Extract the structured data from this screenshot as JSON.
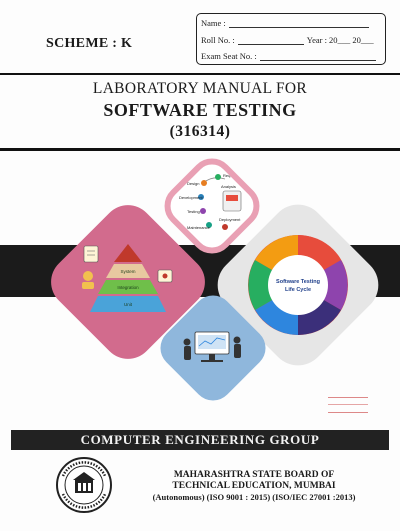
{
  "header": {
    "scheme": "SCHEME : K",
    "form": {
      "name_label": "Name :",
      "roll_label": "Roll No. :",
      "year_label": "Year : 20___ 20___",
      "seat_label": "Exam Seat No. :"
    }
  },
  "title": {
    "line1": "LABORATORY MANUAL FOR",
    "line2": "SOFTWARE TESTING",
    "code": "(316314)"
  },
  "illustration": {
    "pyramid": {
      "levels": [
        "System",
        "Integration",
        "Unit"
      ]
    },
    "lifecycle": {
      "title_line1": "Software Testing",
      "title_line2": "Life Cycle"
    },
    "sdlc": {
      "steps": [
        "Design",
        "Requirements",
        "Analysis",
        "Development",
        "Testing",
        "Deployment",
        "Maintenance"
      ]
    },
    "colors": {
      "pyramid_diamond": "#d26b8d",
      "cycle_diamond": "#e6e6e6",
      "top_border": "#e9a0b4",
      "bottom_diamond": "#8fb7dc",
      "dark_band": "#1b1b1b"
    }
  },
  "footer": {
    "group": "COMPUTER ENGINEERING GROUP",
    "board_line1": "MAHARASHTRA STATE BOARD OF",
    "board_line2": "TECHNICAL EDUCATION, MUMBAI",
    "board_line3": "(Autonomous) (ISO 9001 : 2015) (ISO/IEC 27001 :2013)"
  }
}
